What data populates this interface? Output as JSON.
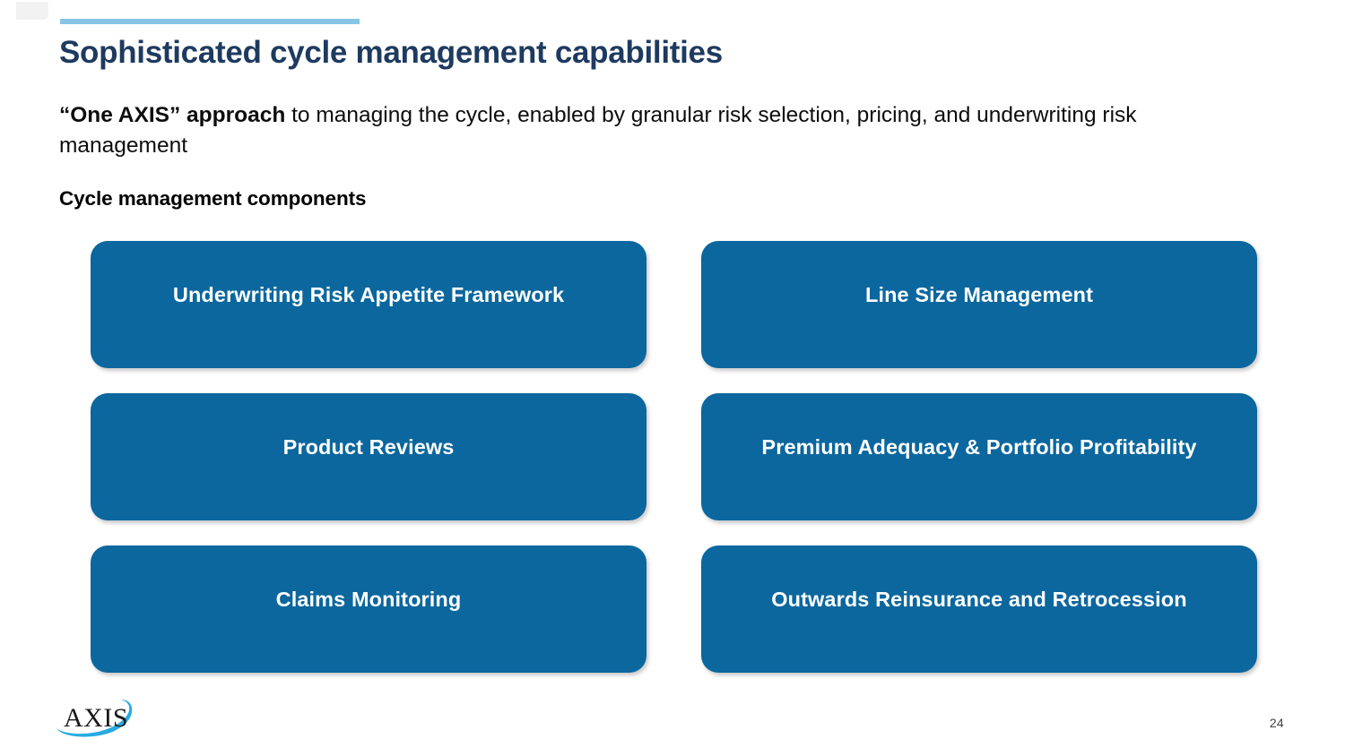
{
  "slide": {
    "title": "Sophisticated cycle management capabilities",
    "accent_color": "#86c5e6",
    "title_color": "#1e3a5f",
    "card_color": "#0b679e",
    "page_number": "24"
  },
  "subhead": {
    "bold_lead": "“One AXIS” approach",
    "rest": " to managing the cycle, enabled by granular risk selection, pricing, and underwriting risk management"
  },
  "section": {
    "label": "Cycle management components"
  },
  "cards": [
    {
      "label": "Underwriting Risk Appetite Framework"
    },
    {
      "label": "Line Size Management"
    },
    {
      "label": "Product Reviews"
    },
    {
      "label": "Premium Adequacy & Portfolio Profitability"
    },
    {
      "label": "Claims Monitoring"
    },
    {
      "label": "Outwards Reinsurance and Retrocession"
    }
  ],
  "logo": {
    "wordmark": "AXIS",
    "swoosh_color": "#29abe2",
    "wordmark_color": "#1a1a1a"
  }
}
